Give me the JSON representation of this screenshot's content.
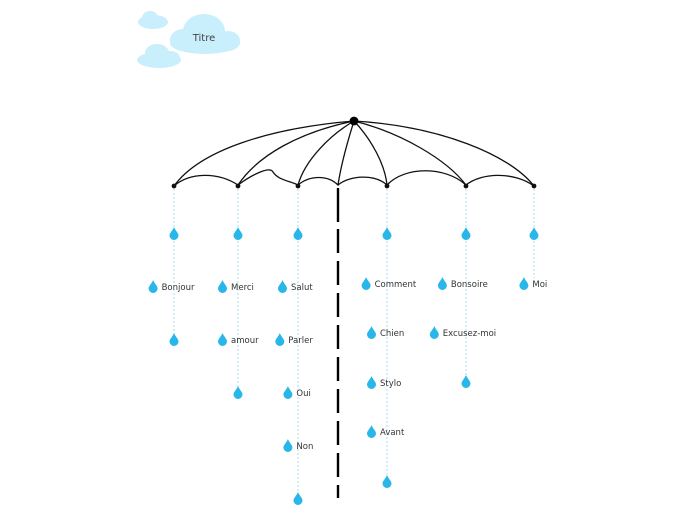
{
  "title": "Titre",
  "colors": {
    "cloud": "#c9eefc",
    "drop": "#29b6e8",
    "string": "#a9dcf2",
    "canopy": "#111111",
    "handle": "#000000",
    "text": "#333333"
  },
  "columns": [
    {
      "id": "col-1",
      "items": [
        "",
        "Bonjour",
        ""
      ]
    },
    {
      "id": "col-2",
      "items": [
        "",
        "Merci",
        "amour",
        ""
      ]
    },
    {
      "id": "col-3",
      "items": [
        "",
        "Salut",
        "Parler",
        "Oui",
        "Non",
        ""
      ]
    },
    {
      "id": "col-4",
      "items": [
        "",
        "Comment",
        "Chien",
        "Stylo",
        "Avant",
        ""
      ]
    },
    {
      "id": "col-5",
      "items": [
        "",
        "Bonsoire",
        "Excusez-moi",
        ""
      ]
    },
    {
      "id": "col-6",
      "items": [
        "",
        "Moi"
      ]
    }
  ]
}
